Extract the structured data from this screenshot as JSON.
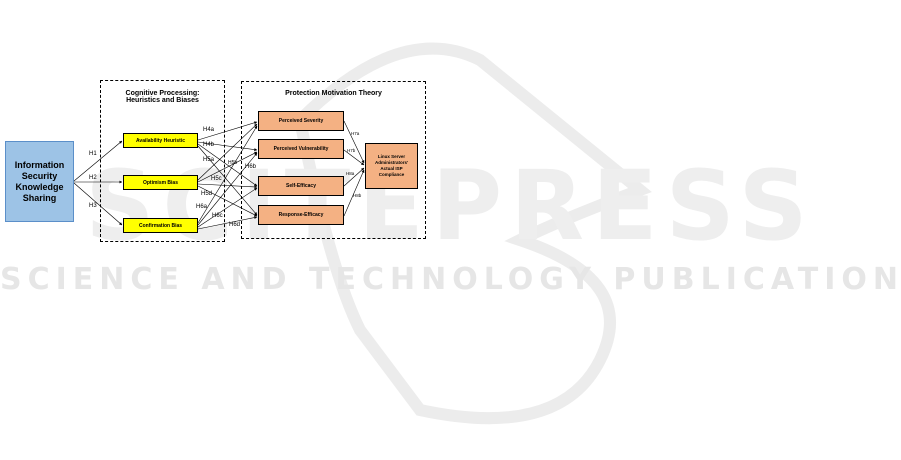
{
  "watermark": {
    "logo_text": "SCITEPRESS",
    "subtitle": "SCIENCE AND TECHNOLOGY PUBLICATIONS"
  },
  "groups": {
    "cognitive_title": "Cognitive Processing: Heuristics and Biases",
    "pmt_title": "Protection Motivation Theory"
  },
  "nodes": {
    "info_sharing": "Information Security Knowledge Sharing",
    "availability": "Availability Heuristic",
    "optimism": "Optimism Bias",
    "confirmation": "Confirmation Bias",
    "severity": "Perceived Severity",
    "vulnerability": "Perceived Vulnerability",
    "self_efficacy": "Self-Efficacy",
    "response_efficacy": "Response-Efficacy",
    "compliance": "Linux Server Administrators' Actual ISP Compliance"
  },
  "hypotheses": {
    "h1": "H1",
    "h2": "H2",
    "h3": "H3",
    "h4a": "H4a",
    "h4b": "H4b",
    "h5a": "H5a",
    "h5b": "H5b",
    "h5c": "H5c",
    "h5d": "H5d",
    "h6a": "H6a",
    "h6b": "H6b",
    "h6c": "H6c",
    "h6d": "H6d",
    "h7a": "H7a",
    "h7b": "H7b",
    "h8a": "H8a",
    "h8b": "H8b"
  },
  "colors": {
    "blue": "#9dc3e6",
    "yellow": "#ffff00",
    "orange": "#f4b183"
  }
}
